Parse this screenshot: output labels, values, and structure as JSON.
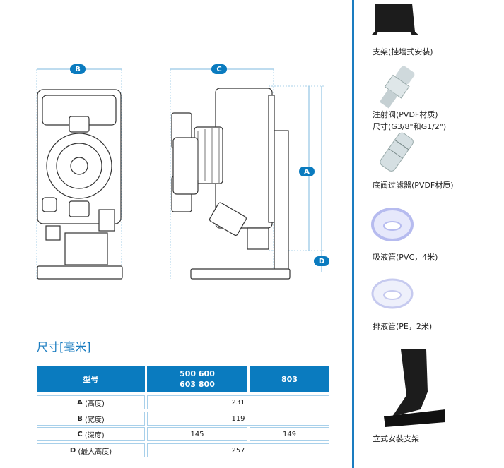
{
  "dimensions": {
    "labels": {
      "a": "A",
      "b": "B",
      "c": "C",
      "d": "D"
    }
  },
  "section_title": "尺寸[毫米]",
  "table": {
    "headers": [
      "型号",
      "500 600\n603 800",
      "803"
    ],
    "header_model_line1": "500 600",
    "header_model_line2": "603 800",
    "rows": [
      {
        "label_letter": "A",
        "label_text": "(高度)",
        "value": "231"
      },
      {
        "label_letter": "B",
        "label_text": "(宽度)",
        "value": "119"
      },
      {
        "label_letter": "C",
        "label_text": "(深度)",
        "value_1": "145",
        "value_2": "149"
      },
      {
        "label_letter": "D",
        "label_text": "(最大高度)",
        "value": "257"
      }
    ]
  },
  "accessories": [
    {
      "caption": "支架(挂墙式安装)"
    },
    {
      "caption": "注射阀(PVDF材质)",
      "caption2": "尺寸(G3/8\"和G1/2\")"
    },
    {
      "caption": "底阀过滤器(PVDF材质)"
    },
    {
      "caption": "吸液管(PVC，4米)"
    },
    {
      "caption": "排液管(PE，2米)"
    },
    {
      "caption": "立式安装支架"
    }
  ],
  "colors": {
    "accent": "#0a7bbf",
    "border": "#a8d0ea"
  }
}
